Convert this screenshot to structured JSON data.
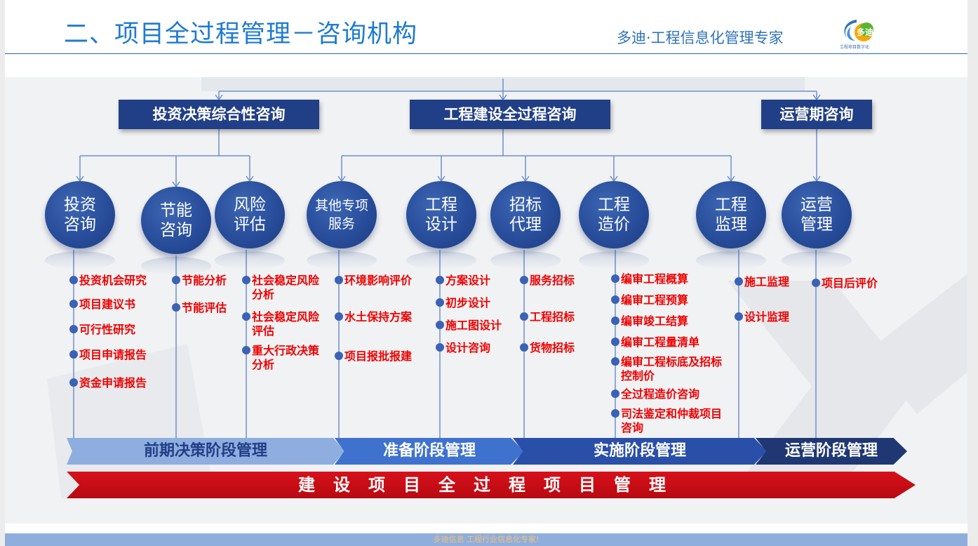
{
  "header": {
    "title": "二、项目全过程管理－咨询机构",
    "brand": "多迪·工程信息化管理专家",
    "logo_text": "多迪",
    "logo_tagline": "工程项目数字化"
  },
  "categories": [
    "投资决策综合性咨询",
    "工程建设全过程咨询",
    "运营期咨询"
  ],
  "services": [
    {
      "label": "投资咨询",
      "items": [
        "投资机会研究",
        "项目建议书",
        "可行性研究",
        "项目申请报告",
        "资金申请报告"
      ]
    },
    {
      "label": "节能咨询",
      "items": [
        "节能分析",
        "节能评估"
      ]
    },
    {
      "label": "风险评估",
      "items": [
        "社会稳定风险分析",
        "社会稳定风险评估",
        "重大行政决策分析"
      ]
    },
    {
      "label": "其他专项服务",
      "items": [
        "环境影响评价",
        "水土保持方案",
        "项目报批报建"
      ]
    },
    {
      "label": "工程设计",
      "items": [
        "方案设计",
        "初步设计",
        "施工图设计",
        "设计咨询"
      ]
    },
    {
      "label": "招标代理",
      "items": [
        "服务招标",
        "工程招标",
        "货物招标"
      ]
    },
    {
      "label": "工程造价",
      "items": [
        "编审工程概算",
        "编审工程预算",
        "编审竣工结算",
        "编审工程量清单",
        "编审工程标底及招标控制价",
        "全过程造价咨询",
        "司法鉴定和仲裁项目咨询"
      ]
    },
    {
      "label": "工程监理",
      "items": [
        "施工监理",
        "设计监理"
      ]
    },
    {
      "label": "运营管理",
      "items": [
        "项目后评价"
      ]
    }
  ],
  "phases": [
    "前期决策阶段管理",
    "准备阶段管理",
    "实施阶段管理",
    "运营阶段管理"
  ],
  "main_bar": "建设项目全过程项目管理",
  "footer": "多迪信息  工程行业信息化专家!",
  "colors": {
    "primary": "#213f86",
    "item_text": "#f00000",
    "main_bar": "#c8101a",
    "title": "#1f7bd1"
  }
}
